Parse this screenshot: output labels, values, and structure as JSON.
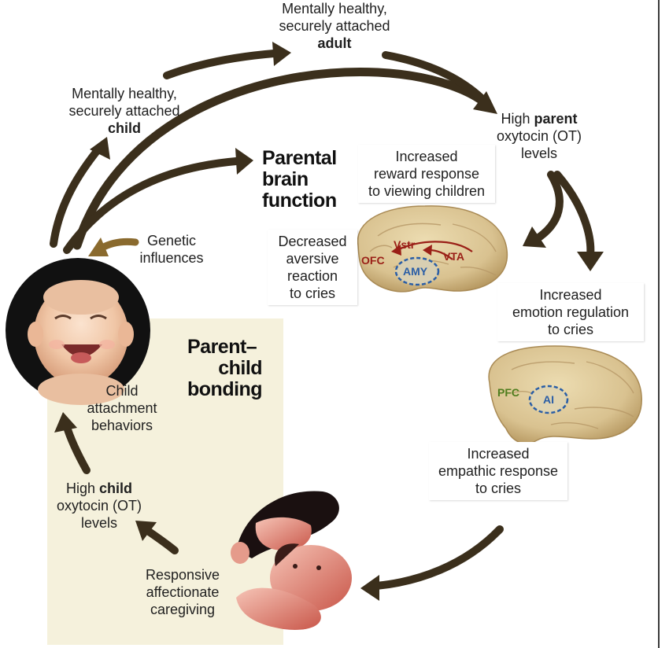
{
  "labels": {
    "adult": {
      "line1": "Mentally healthy,",
      "line2": "securely attached",
      "bold": "adult"
    },
    "child": {
      "line1": "Mentally healthy,",
      "line2": "securely attached",
      "bold": "child"
    },
    "parent_ot": {
      "pre": "High ",
      "bold": "parent",
      "line2": "oxytocin (OT)",
      "line3": "levels"
    },
    "genetic": {
      "line1": "Genetic",
      "line2": "influences"
    },
    "child_attachment": {
      "line1": "Child",
      "line2": "attachment",
      "line3": "behaviors"
    },
    "child_ot": {
      "pre": "High ",
      "bold": "child",
      "line2": "oxytocin (OT)",
      "line3": "levels"
    },
    "caregiving": {
      "line1": "Responsive",
      "line2": "affectionate",
      "line3": "caregiving"
    }
  },
  "headings": {
    "parental_brain": {
      "line1": "Parental",
      "line2": "brain",
      "line3": "function"
    },
    "bonding": {
      "line1": "Parent–",
      "line2": "child",
      "line3": "bonding"
    }
  },
  "callouts": {
    "reward": {
      "line1": "Increased",
      "line2": "reward response",
      "line3": "to viewing children"
    },
    "aversive": {
      "line1": "Decreased",
      "line2": "aversive",
      "line3": "reaction",
      "line4": "to cries"
    },
    "emotion": {
      "line1": "Increased",
      "line2": "emotion regulation",
      "line3": "to cries"
    },
    "empathic": {
      "line1": "Increased",
      "line2": "empathic response",
      "line3": "to cries"
    }
  },
  "brain_regions": {
    "vstr": "Vstr",
    "ofc": "OFC",
    "vta": "VTA",
    "amy": "AMY",
    "pfc": "PFC",
    "ai": "AI"
  },
  "colors": {
    "arrow": "#3b2f1c",
    "genetic_arrow": "#8a6a2e",
    "brain": "#d9c290",
    "bonding_panel": "#f5f1dc",
    "region_red": "#9a1f17",
    "region_green": "#4f7d1e",
    "region_blue": "#2a5ea6"
  }
}
